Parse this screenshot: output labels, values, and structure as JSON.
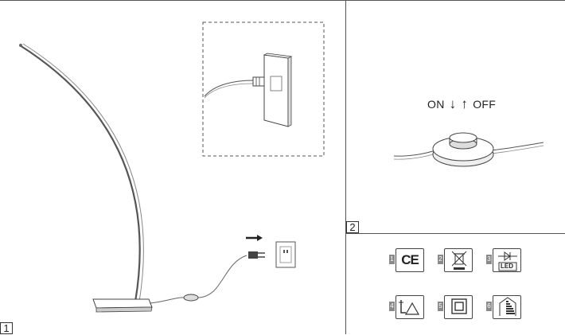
{
  "panel1": {
    "number": "1"
  },
  "panel2": {
    "number": "2",
    "switch": {
      "on_label": "ON",
      "off_label": "OFF",
      "down_arrow": "↓",
      "up_arrow": "↑"
    }
  },
  "symbols": [
    {
      "index": "1",
      "icon": "ce-mark-icon",
      "text": "CE"
    },
    {
      "index": "2",
      "icon": "crossed-bin-icon"
    },
    {
      "index": "3",
      "icon": "led-diode-icon",
      "text": "LED"
    },
    {
      "index": "4",
      "icon": "lamp-triangle-icon"
    },
    {
      "index": "5",
      "icon": "double-square-icon"
    },
    {
      "index": "6",
      "icon": "energy-class-icon"
    }
  ]
}
